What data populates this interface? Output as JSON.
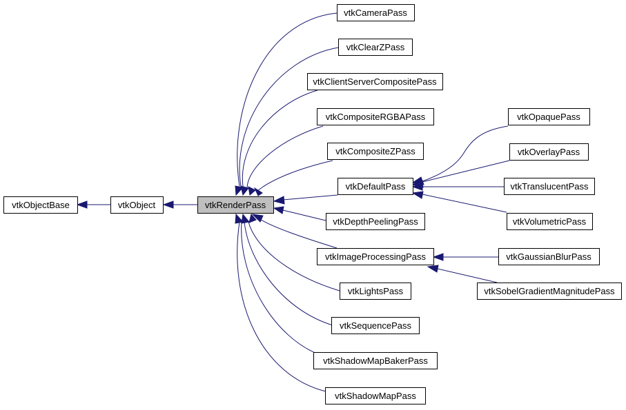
{
  "diagram": {
    "nodes": {
      "vtkObjectBase": "vtkObjectBase",
      "vtkObject": "vtkObject",
      "vtkRenderPass": "vtkRenderPass",
      "vtkCameraPass": "vtkCameraPass",
      "vtkClearZPass": "vtkClearZPass",
      "vtkClientServerCompositePass": "vtkClientServerCompositePass",
      "vtkCompositeRGBAPass": "vtkCompositeRGBAPass",
      "vtkCompositeZPass": "vtkCompositeZPass",
      "vtkDefaultPass": "vtkDefaultPass",
      "vtkDepthPeelingPass": "vtkDepthPeelingPass",
      "vtkImageProcessingPass": "vtkImageProcessingPass",
      "vtkLightsPass": "vtkLightsPass",
      "vtkSequencePass": "vtkSequencePass",
      "vtkShadowMapBakerPass": "vtkShadowMapBakerPass",
      "vtkShadowMapPass": "vtkShadowMapPass",
      "vtkOpaquePass": "vtkOpaquePass",
      "vtkOverlayPass": "vtkOverlayPass",
      "vtkTranslucentPass": "vtkTranslucentPass",
      "vtkVolumetricPass": "vtkVolumetricPass",
      "vtkGaussianBlurPass": "vtkGaussianBlurPass",
      "vtkSobelGradientMagnitudePass": "vtkSobelGradientMagnitudePass"
    },
    "current_node": "vtkRenderPass",
    "edge_color": "#191970",
    "current_fill": "#bfbfbf"
  }
}
